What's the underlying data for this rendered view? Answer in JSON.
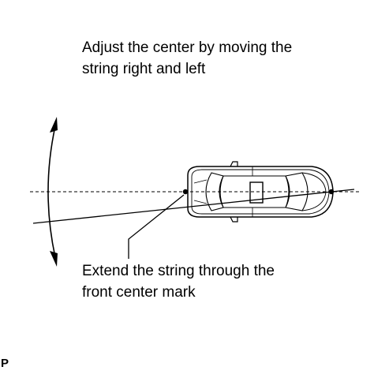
{
  "annotations": {
    "top": {
      "line1": "Adjust the center by moving the",
      "line2": "string right and left"
    },
    "bottom": {
      "line1": "Extend the string through the",
      "line2": "front center mark"
    }
  },
  "figure_code": "P",
  "colors": {
    "ink": "#000000",
    "background": "#ffffff"
  }
}
